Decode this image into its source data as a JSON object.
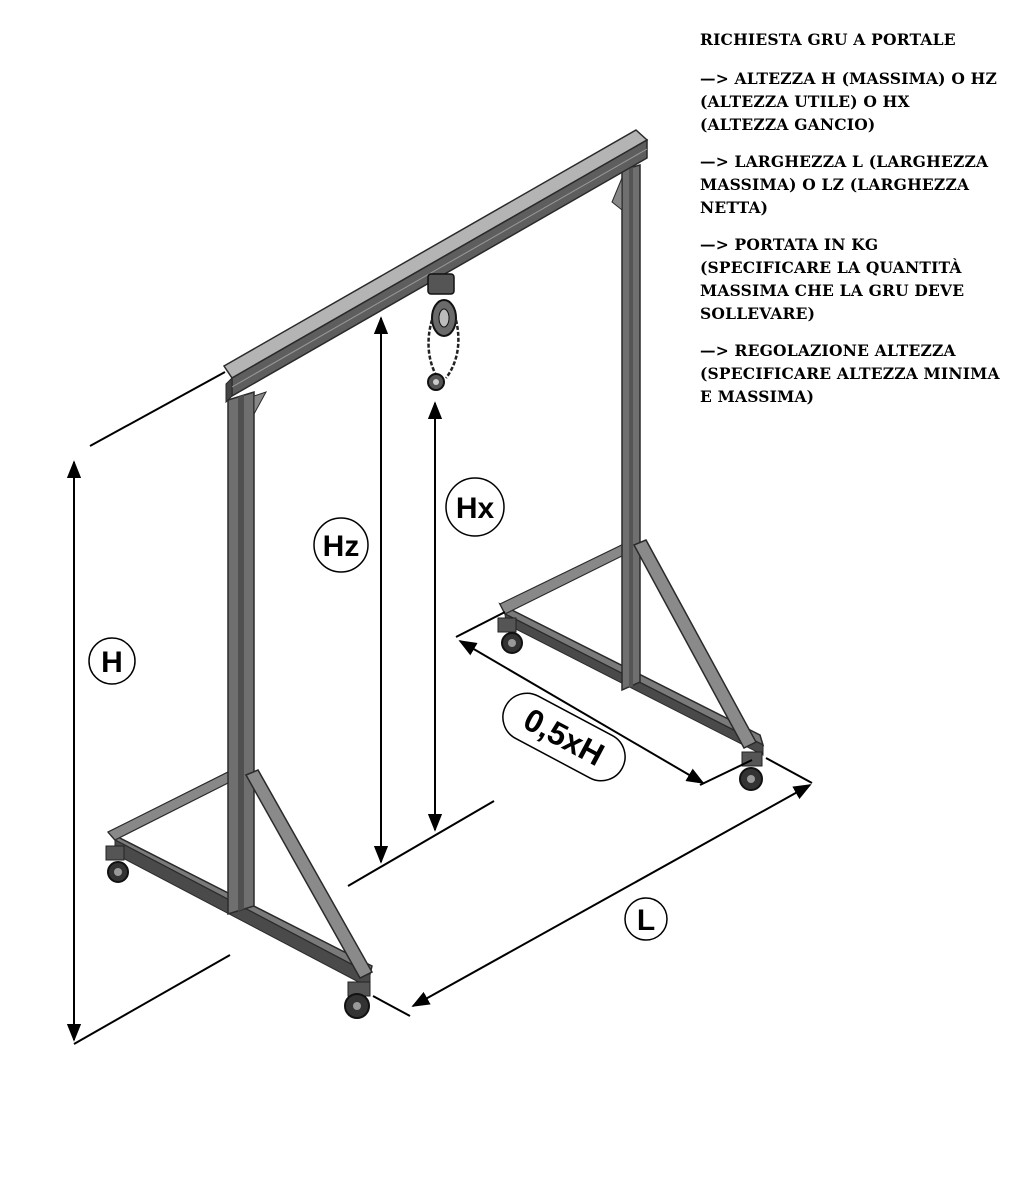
{
  "notes": {
    "title": "RICHIESTA GRU A PORTALE",
    "items": [
      "—> ALTEZZA H (MASSIMA) O HZ (ALTEZZA UTILE) O HX (ALTEZZA GANCIO)",
      "—> LARGHEZZA L (LARGHEZZA MASSIMA) O LZ (LARGHEZZA NETTA)",
      "—> PORTATA IN KG (SPECIFICARE LA QUANTITÀ MASSIMA CHE LA GRU DEVE SOLLEVARE)",
      "—> REGOLAZIONE ALTEZZA (SPECIFICARE ALTEZZA MINIMA E MASSIMA)"
    ]
  },
  "labels": {
    "h": "H",
    "hz": "Hz",
    "hx": "Hx",
    "half_h": "0,5xH",
    "l": "L"
  },
  "colors": {
    "steel": "#6f6f6f",
    "steel_dark": "#3c3c3c",
    "steel_light": "#9a9a9a",
    "line": "#000000"
  }
}
